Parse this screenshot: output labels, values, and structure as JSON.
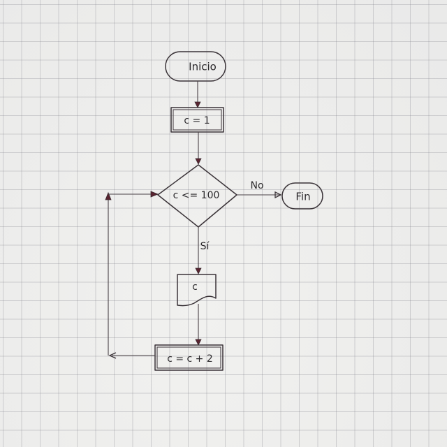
{
  "nodes": {
    "start": "Inicio",
    "init": "c = 1",
    "decision": "c <= 100",
    "output": "c",
    "increment": "c = c + 2",
    "end": "Fin"
  },
  "edges": {
    "yes_label": "Sí",
    "no_label": "No"
  },
  "colors": {
    "ink": "#3a3338",
    "arrow_head": "#5a2430",
    "grid": "#8a8a92",
    "paper": "#f1f1ef"
  }
}
